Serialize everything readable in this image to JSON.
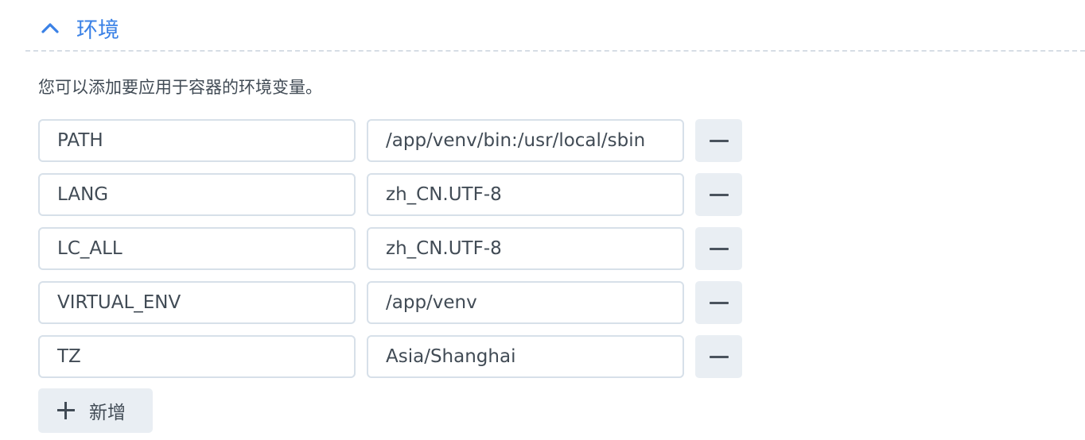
{
  "section": {
    "title": "环境",
    "expanded": true,
    "description": "您可以添加要应用于容器的环境变量。"
  },
  "accent_color": "#3a81e6",
  "env_vars": [
    {
      "name": "PATH",
      "value": "/app/venv/bin:/usr/local/sbin"
    },
    {
      "name": "LANG",
      "value": "zh_CN.UTF-8"
    },
    {
      "name": "LC_ALL",
      "value": "zh_CN.UTF-8"
    },
    {
      "name": "VIRTUAL_ENV",
      "value": "/app/venv"
    },
    {
      "name": "TZ",
      "value": "Asia/Shanghai"
    }
  ],
  "add_button": {
    "label": "新增"
  }
}
